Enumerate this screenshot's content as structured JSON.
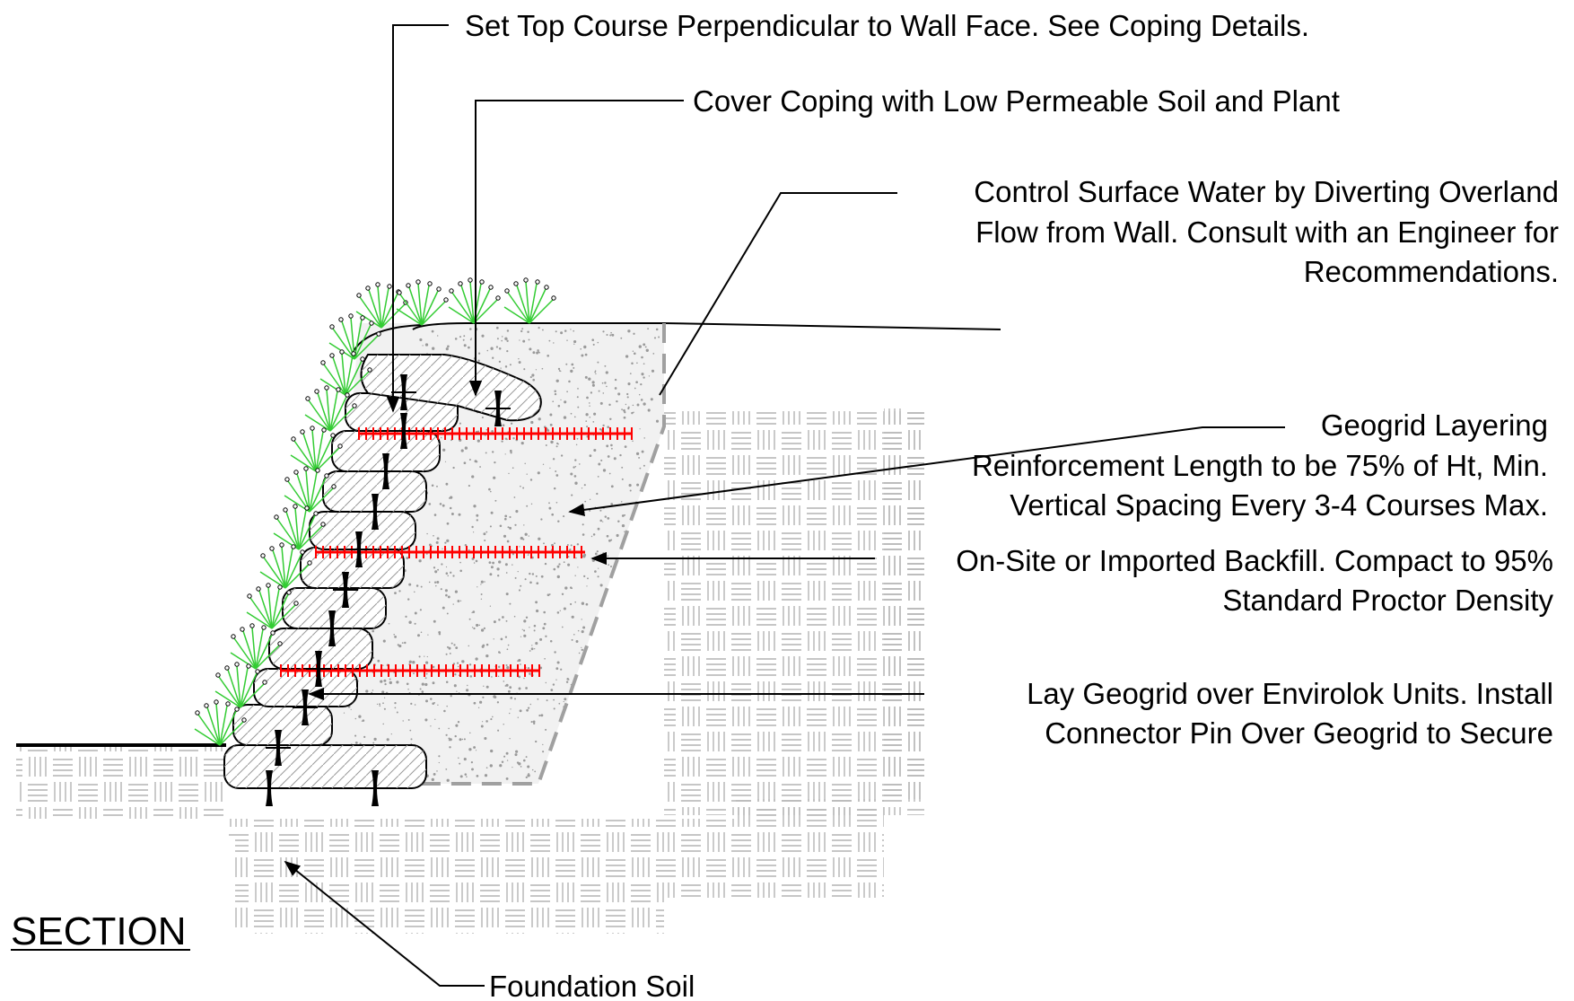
{
  "title": "SECTION",
  "callouts": {
    "top_course": "Set Top Course Perpendicular to Wall Face.  See Coping Details.",
    "cover_coping": "Cover Coping with Low Permeable Soil and Plant",
    "surface_water": [
      "Control Surface Water by Diverting Overland",
      "Flow from Wall.  Consult with an Engineer for",
      "Recommendations."
    ],
    "geogrid": [
      "Geogrid Layering",
      "Reinforcement Length to be 75% of Ht, Min.",
      "Vertical Spacing Every 3-4 Courses Max."
    ],
    "backfill": [
      "On-Site or Imported Backfill. Compact to 95%",
      "Standard Proctor Density"
    ],
    "lay_geogrid": [
      "Lay Geogrid over Envirolok Units.  Install",
      "Connector Pin Over Geogrid to Secure"
    ],
    "foundation": "Foundation Soil"
  },
  "colors": {
    "geogrid": "#ff0000",
    "vegetation": "#33cc33",
    "soil_pattern": "#b4b4b4",
    "drain_line": "#a0a0a0",
    "ink": "#000000"
  }
}
